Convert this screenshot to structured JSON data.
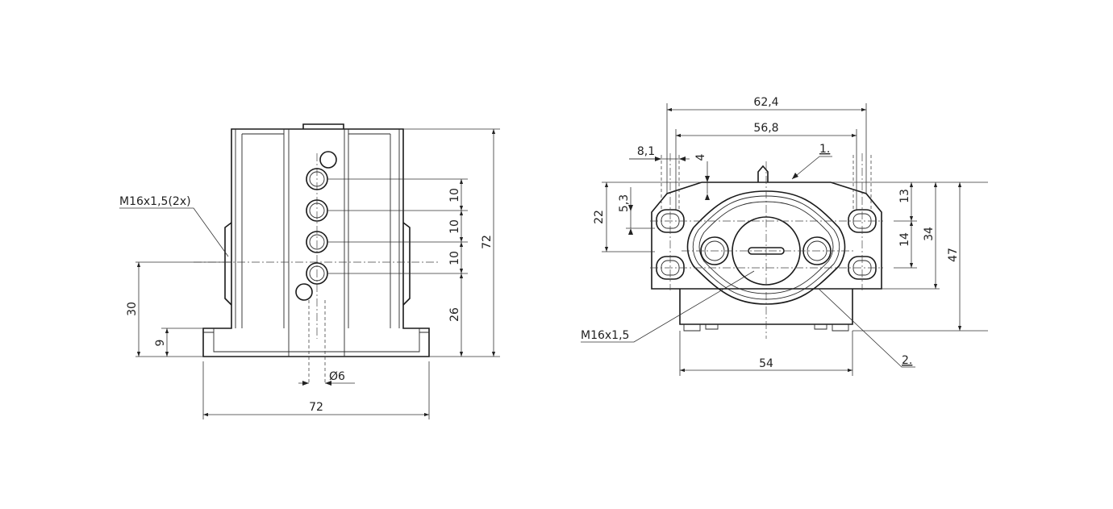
{
  "front_view": {
    "thread_label": "M16x1,5(2x)",
    "dim_pitch_1": "10",
    "dim_pitch_2": "10",
    "dim_pitch_3": "10",
    "dim_bottom_hole": "26",
    "dim_height": "72",
    "dim_axis_height": "30",
    "dim_base_height": "9",
    "dim_hole_diameter": "Ø6",
    "dim_width": "72"
  },
  "side_view": {
    "dim_overall_width": "62,4",
    "dim_inner_width": "56,8",
    "dim_slot_offset": "8,1",
    "dim_top_offset": "4",
    "dim_slot_depth": "5,3",
    "dim_left_height": "22",
    "dim_right_upper": "13",
    "dim_right_mid": "14",
    "dim_right_height": "34",
    "dim_total_height": "47",
    "dim_bottom_width": "54",
    "thread_label": "M16x1,5",
    "callout_1": "1.",
    "callout_2": "2."
  }
}
